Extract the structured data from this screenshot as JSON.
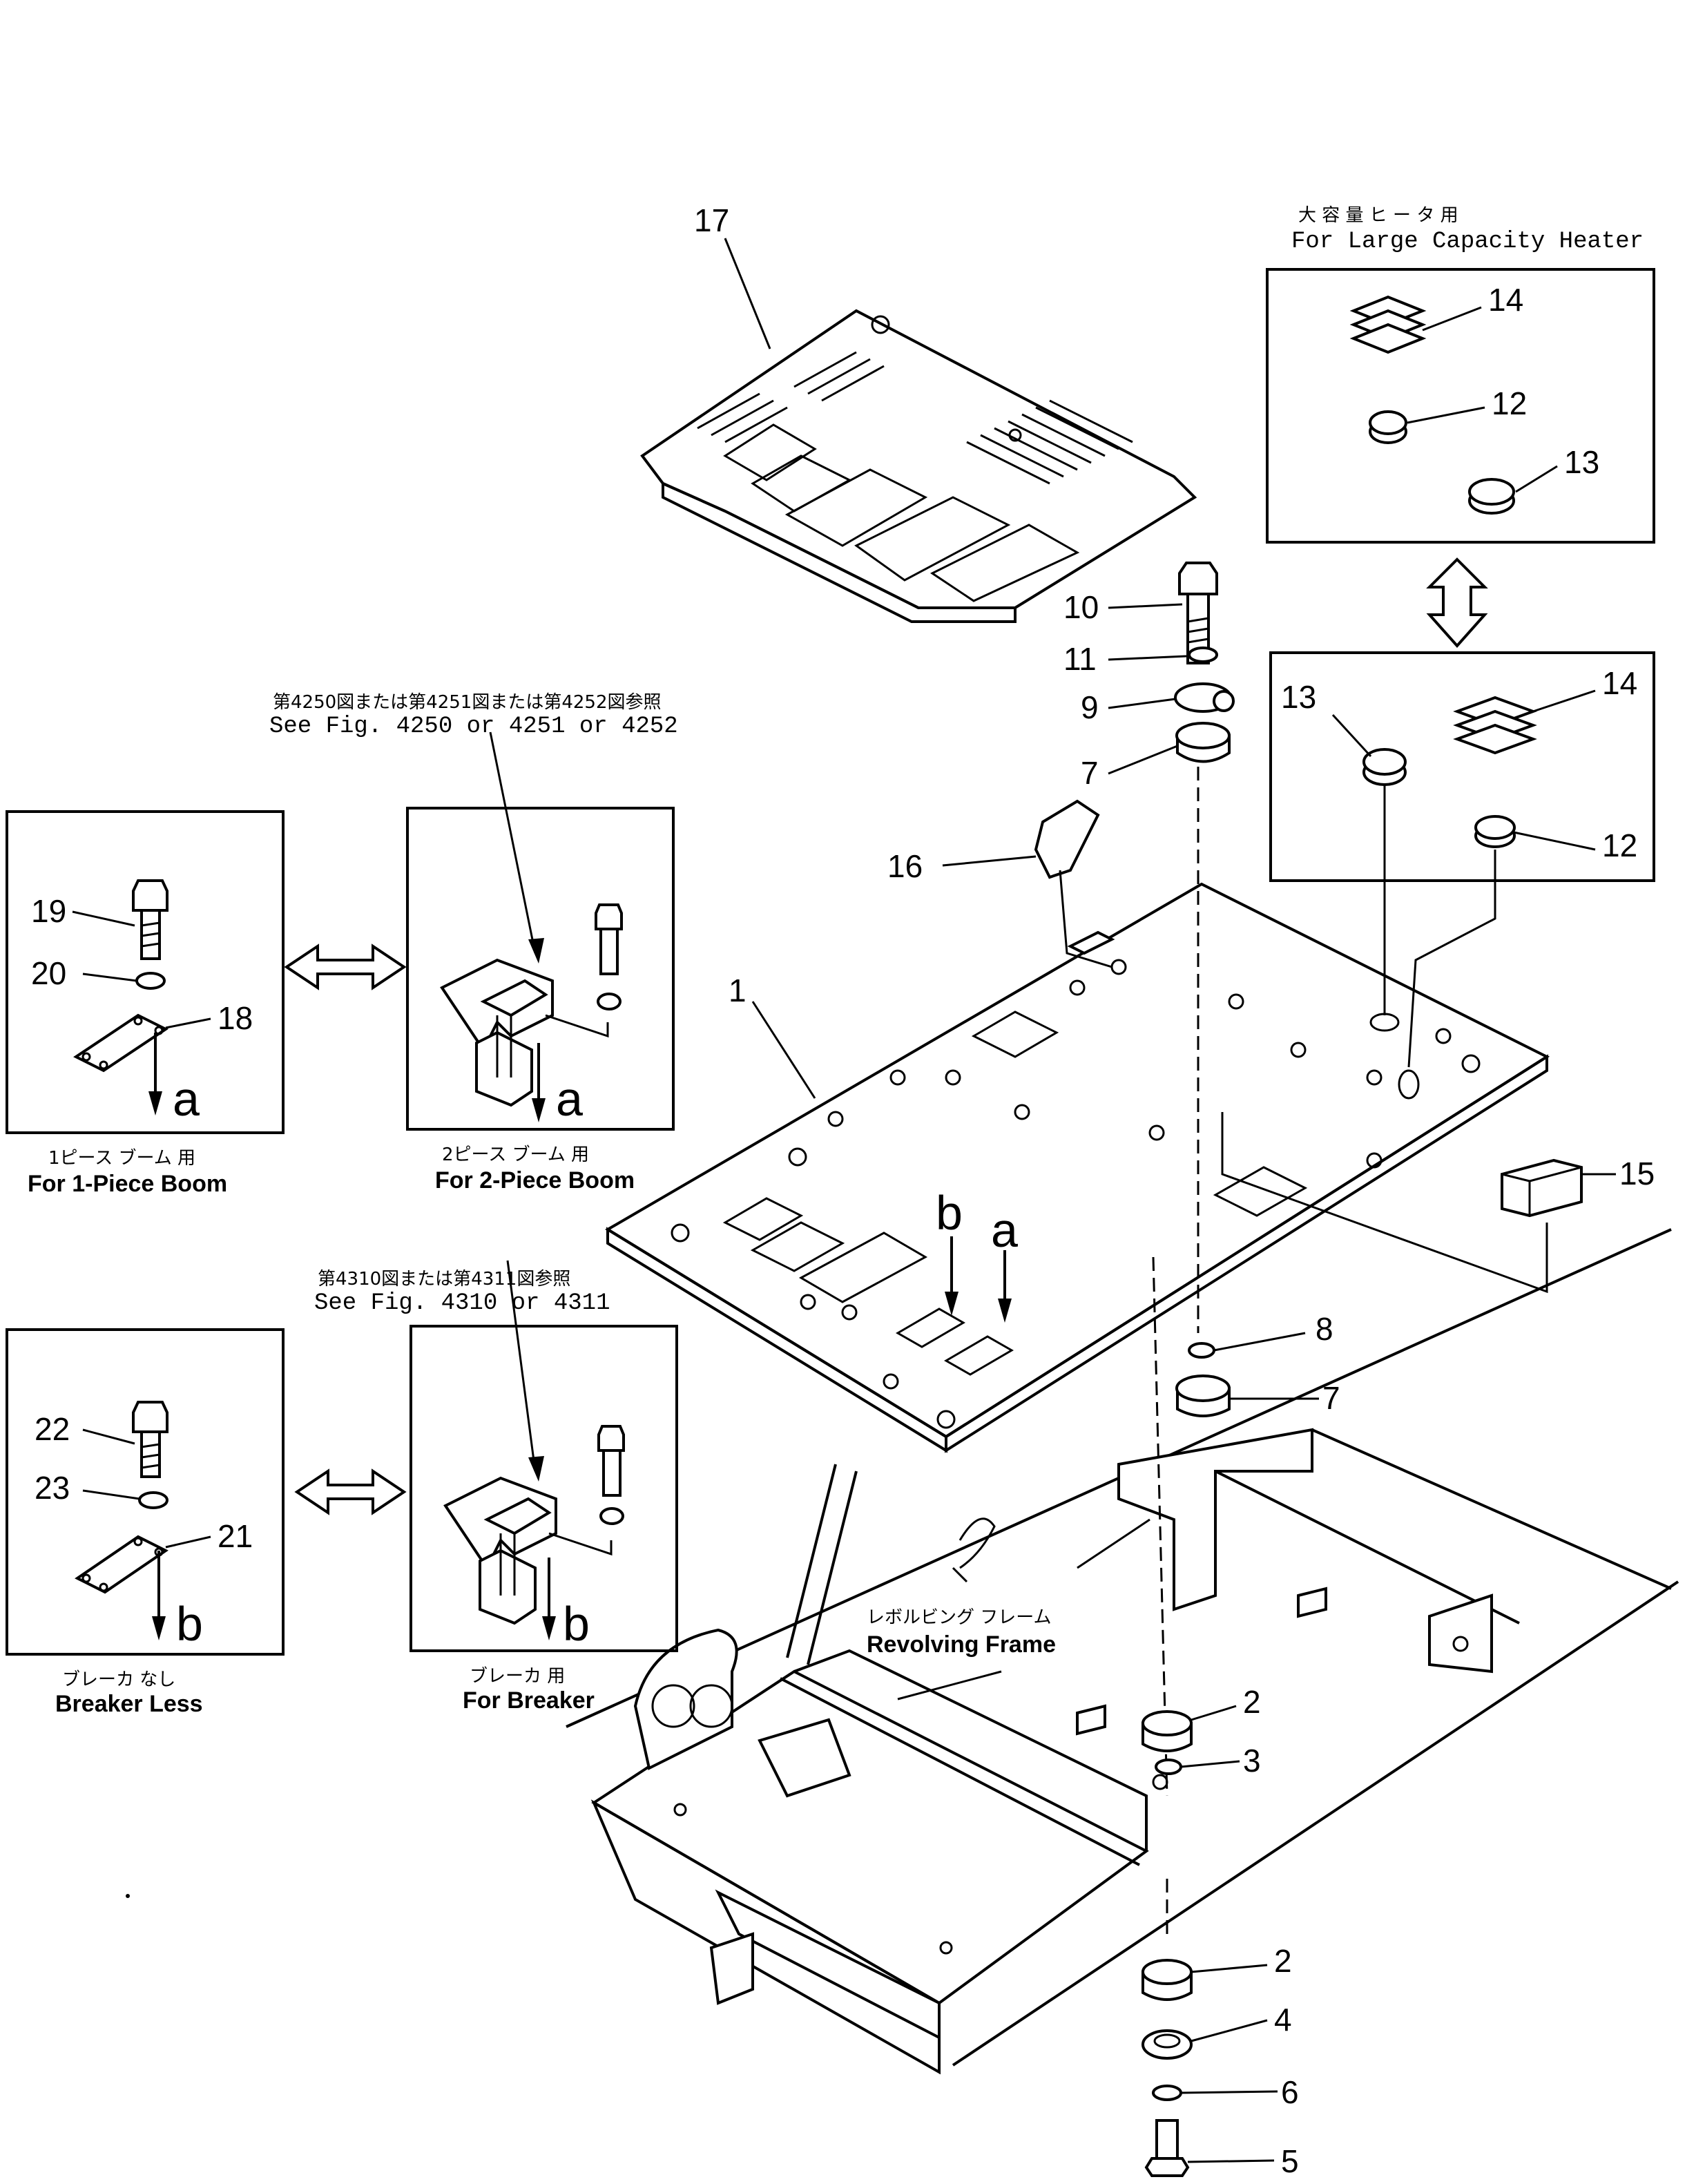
{
  "callouts": [
    "17",
    "14",
    "12",
    "13",
    "10",
    "11",
    "9",
    "7",
    "13",
    "14",
    "12",
    "16",
    "1",
    "15",
    "19",
    "20",
    "18",
    "8",
    "7",
    "22",
    "23",
    "21",
    "2",
    "3",
    "2",
    "4",
    "6",
    "5"
  ],
  "detail_letters": [
    "a",
    "a",
    "b",
    "b",
    "b",
    "a"
  ],
  "captions": {
    "large_heater_jp": "大 容 量 ヒ ー タ 用",
    "large_heater_en": "For Large Capacity Heater",
    "fig_ref_boom_jp": "第4250図または第4251図または第4252図参照",
    "fig_ref_boom_en": "See Fig. 4250 or 4251 or 4252",
    "one_piece_jp": "1ピース ブーム 用",
    "one_piece_en": "For 1-Piece Boom",
    "two_piece_jp": "2ピース ブーム 用",
    "two_piece_en": "For 2-Piece Boom",
    "fig_ref_breaker_jp": "第4310図または第4311図参照",
    "fig_ref_breaker_en": "See Fig. 4310 or 4311",
    "breaker_less_jp": "ブレーカ なし",
    "breaker_less_en": "Breaker Less",
    "for_breaker_jp": "ブレーカ 用",
    "for_breaker_en": "For Breaker",
    "revolving_frame_jp": "レボルビング フレーム",
    "revolving_frame_en": "Revolving Frame"
  }
}
